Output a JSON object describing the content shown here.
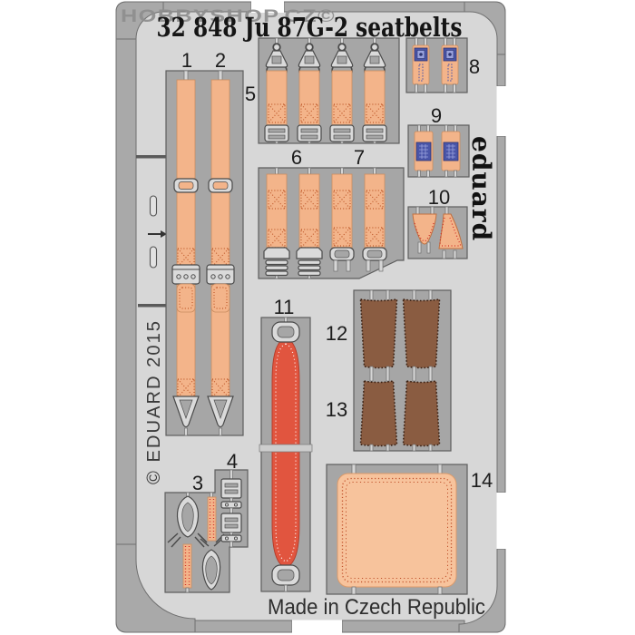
{
  "photo": {
    "watermark": "HOBBYSHOP.CZ©",
    "title": "32 848 Ju 87G-2 seatbelts",
    "brand_logo": "eduard",
    "copyright_note": "© EDUARD 2015",
    "made_in": "Made in Czech Republic",
    "part_labels": {
      "1": "1",
      "2": "2",
      "3": "3",
      "4": "4",
      "5": "5",
      "6": "6",
      "7": "7",
      "8": "8",
      "9": "9",
      "10": "10",
      "11": "11",
      "12": "12",
      "13": "13",
      "14": "14"
    },
    "colors": {
      "belt_tan": "#f3b48a",
      "pad_red": "#e1553f",
      "pad_brown": "#8a5c41",
      "pad_cream": "#f7c39c",
      "buckle_blue": "#4a55a8",
      "sheet_light": "#d7d7d7",
      "sheet_frame": "#a9a9a9",
      "panel_gray": "#a6a6a6"
    }
  }
}
